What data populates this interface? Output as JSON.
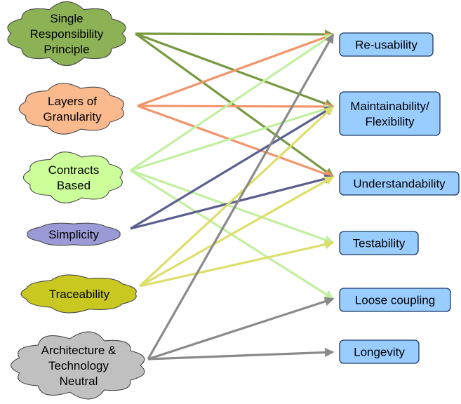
{
  "sources": [
    {
      "id": "srp",
      "lines": [
        "Single",
        "Responsibility",
        "Principle"
      ],
      "color": "#8db256",
      "line_color": "#77993f"
    },
    {
      "id": "layers",
      "lines": [
        "Layers of",
        "Granularity"
      ],
      "color": "#fbb98e",
      "line_color": "#f2956a"
    },
    {
      "id": "contracts",
      "lines": [
        "Contracts",
        "Based"
      ],
      "color": "#ccff99",
      "line_color": "#c2f0a0"
    },
    {
      "id": "simplicity",
      "lines": [
        "Simplicity"
      ],
      "color": "#9a9ad6",
      "line_color": "#5b5f8f"
    },
    {
      "id": "traceability",
      "lines": [
        "Traceability"
      ],
      "color": "#c9c820",
      "line_color": "#dede6a"
    },
    {
      "id": "arch",
      "lines": [
        "Architecture &",
        "Technology",
        "Neutral"
      ],
      "color": "#c0c0c0",
      "line_color": "#8a8a8a"
    }
  ],
  "targets": [
    {
      "id": "reusability",
      "lines": [
        "Re-usability"
      ]
    },
    {
      "id": "maintainability",
      "lines": [
        "Maintainability/",
        "Flexibility"
      ]
    },
    {
      "id": "understandability",
      "lines": [
        "Understandability"
      ]
    },
    {
      "id": "testability",
      "lines": [
        "Testability"
      ]
    },
    {
      "id": "loose",
      "lines": [
        "Loose coupling"
      ]
    },
    {
      "id": "longevity",
      "lines": [
        "Longevity"
      ]
    }
  ],
  "box_color": "#99ccff",
  "connections": [
    {
      "from": "srp",
      "to": "reusability"
    },
    {
      "from": "srp",
      "to": "maintainability"
    },
    {
      "from": "srp",
      "to": "understandability"
    },
    {
      "from": "layers",
      "to": "reusability"
    },
    {
      "from": "layers",
      "to": "maintainability"
    },
    {
      "from": "layers",
      "to": "understandability"
    },
    {
      "from": "contracts",
      "to": "reusability"
    },
    {
      "from": "contracts",
      "to": "maintainability"
    },
    {
      "from": "contracts",
      "to": "testability"
    },
    {
      "from": "contracts",
      "to": "loose"
    },
    {
      "from": "simplicity",
      "to": "maintainability"
    },
    {
      "from": "simplicity",
      "to": "understandability"
    },
    {
      "from": "traceability",
      "to": "maintainability"
    },
    {
      "from": "traceability",
      "to": "understandability"
    },
    {
      "from": "traceability",
      "to": "testability"
    },
    {
      "from": "arch",
      "to": "reusability"
    },
    {
      "from": "arch",
      "to": "loose"
    },
    {
      "from": "arch",
      "to": "longevity"
    }
  ]
}
